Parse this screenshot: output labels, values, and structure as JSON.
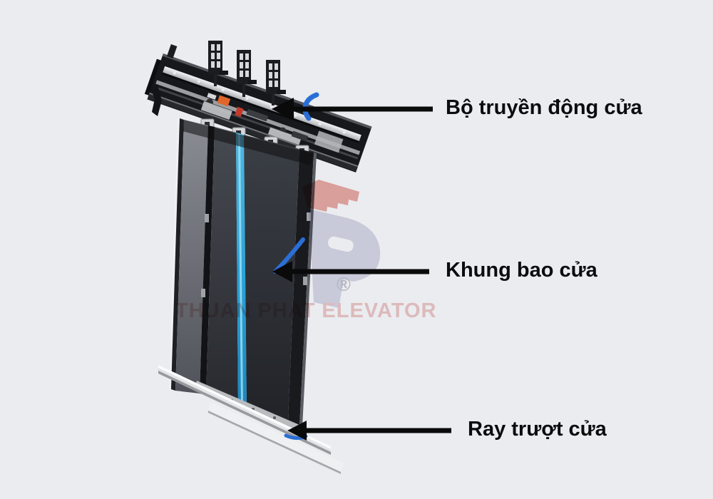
{
  "colors": {
    "background": "#ebecef",
    "arrow": "#0a0a0b",
    "label_text": "#0c0c0e",
    "door_stripe": "#2ba3d8",
    "highlight_swoosh": "#2a6fd6",
    "watermark_text": "#efc9c9",
    "logo_roof": "#ecaca6",
    "logo_letter": "#d9d9e8"
  },
  "icons": {
    "annotation_arrow": "left-arrow",
    "highlight": "blue-brush-swoosh"
  },
  "diagram": {
    "subject": "elevator-landing-door-mechanism",
    "annotations": [
      {
        "id": "door-operator",
        "label": "Bộ truyền động cửa"
      },
      {
        "id": "door-frame",
        "label": "Khung bao cửa"
      },
      {
        "id": "door-sill-rail",
        "label": "Ray trượt cửa"
      }
    ]
  },
  "watermark": {
    "brand_text": "THUAN PHAT ELEVATOR",
    "registered_symbol": "®"
  }
}
